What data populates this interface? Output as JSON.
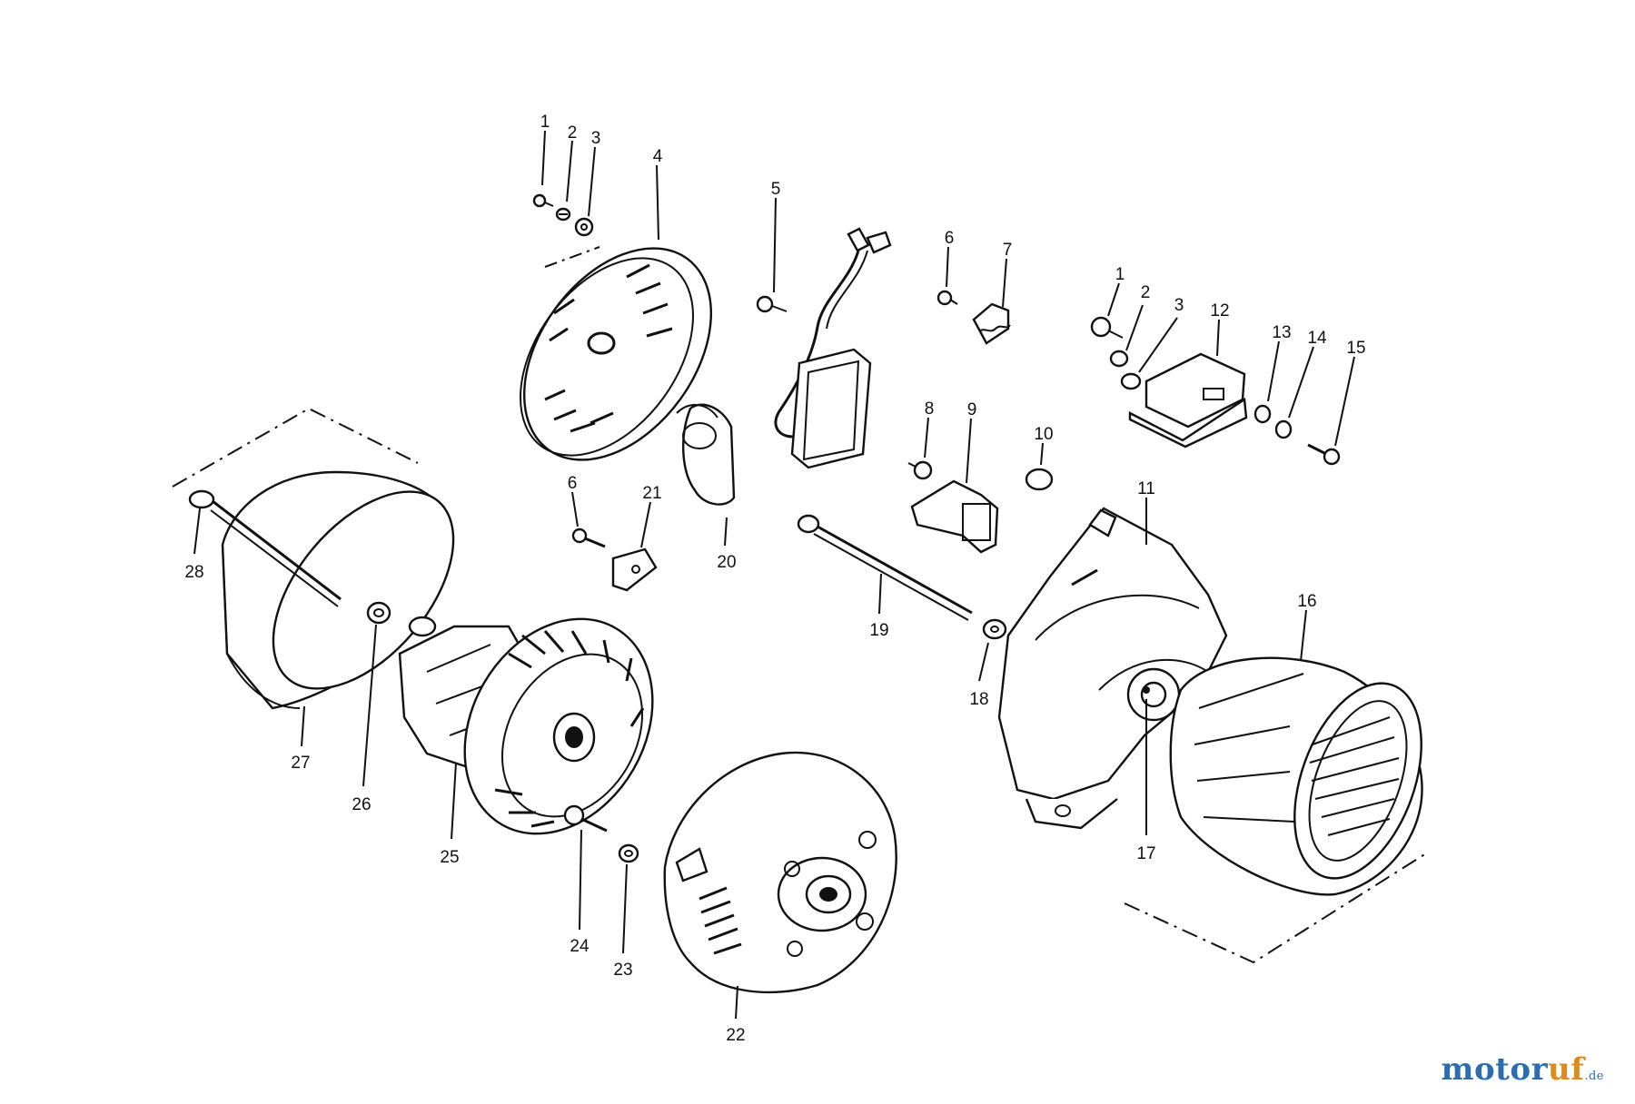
{
  "callouts": [
    "1",
    "2",
    "3",
    "4",
    "5",
    "6",
    "7",
    "1",
    "2",
    "3",
    "12",
    "13",
    "14",
    "15",
    "8",
    "9",
    "10",
    "6",
    "21",
    "20",
    "11",
    "16",
    "28",
    "19",
    "18",
    "27",
    "26",
    "25",
    "17",
    "24",
    "23",
    "22"
  ],
  "watermark": {
    "part1": "motor",
    "part2": "uf",
    "suffix": ".de"
  },
  "colors": {
    "line": "#111111",
    "watermark_blue": "#2b6cb3",
    "watermark_orange": "#e08a1c"
  }
}
